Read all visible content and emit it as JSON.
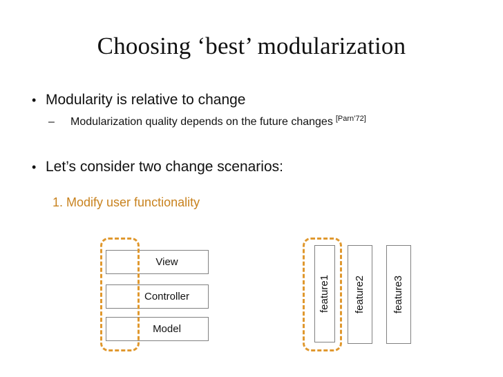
{
  "slide": {
    "title": "Choosing ‘best’ modularization",
    "bullets": [
      {
        "marker": "•",
        "text": "Modularity is relative to change",
        "sub": [
          {
            "marker": "–",
            "text": "Modularization quality depends on the future changes",
            "citation": "[Parn’72]"
          }
        ]
      },
      {
        "marker": "•",
        "text": "Let’s consider two change scenarios:",
        "sub": []
      }
    ],
    "scenario": "1. Modify user functionality",
    "accent_color": "#C8821E",
    "highlight_color": "#E0982E",
    "box_border_color": "#808080",
    "text_color": "#111111"
  },
  "diagram_left": {
    "name": "layered-architecture",
    "boxes": [
      {
        "label": "View"
      },
      {
        "label": "Controller"
      },
      {
        "label": "Model"
      }
    ],
    "highlight": {
      "label": "vertical-change-slice"
    }
  },
  "diagram_right": {
    "name": "feature-modules",
    "boxes": [
      {
        "label": "feature1"
      },
      {
        "label": "feature2"
      },
      {
        "label": "feature3"
      }
    ],
    "highlight": {
      "label": "feature1-change-slice"
    }
  }
}
